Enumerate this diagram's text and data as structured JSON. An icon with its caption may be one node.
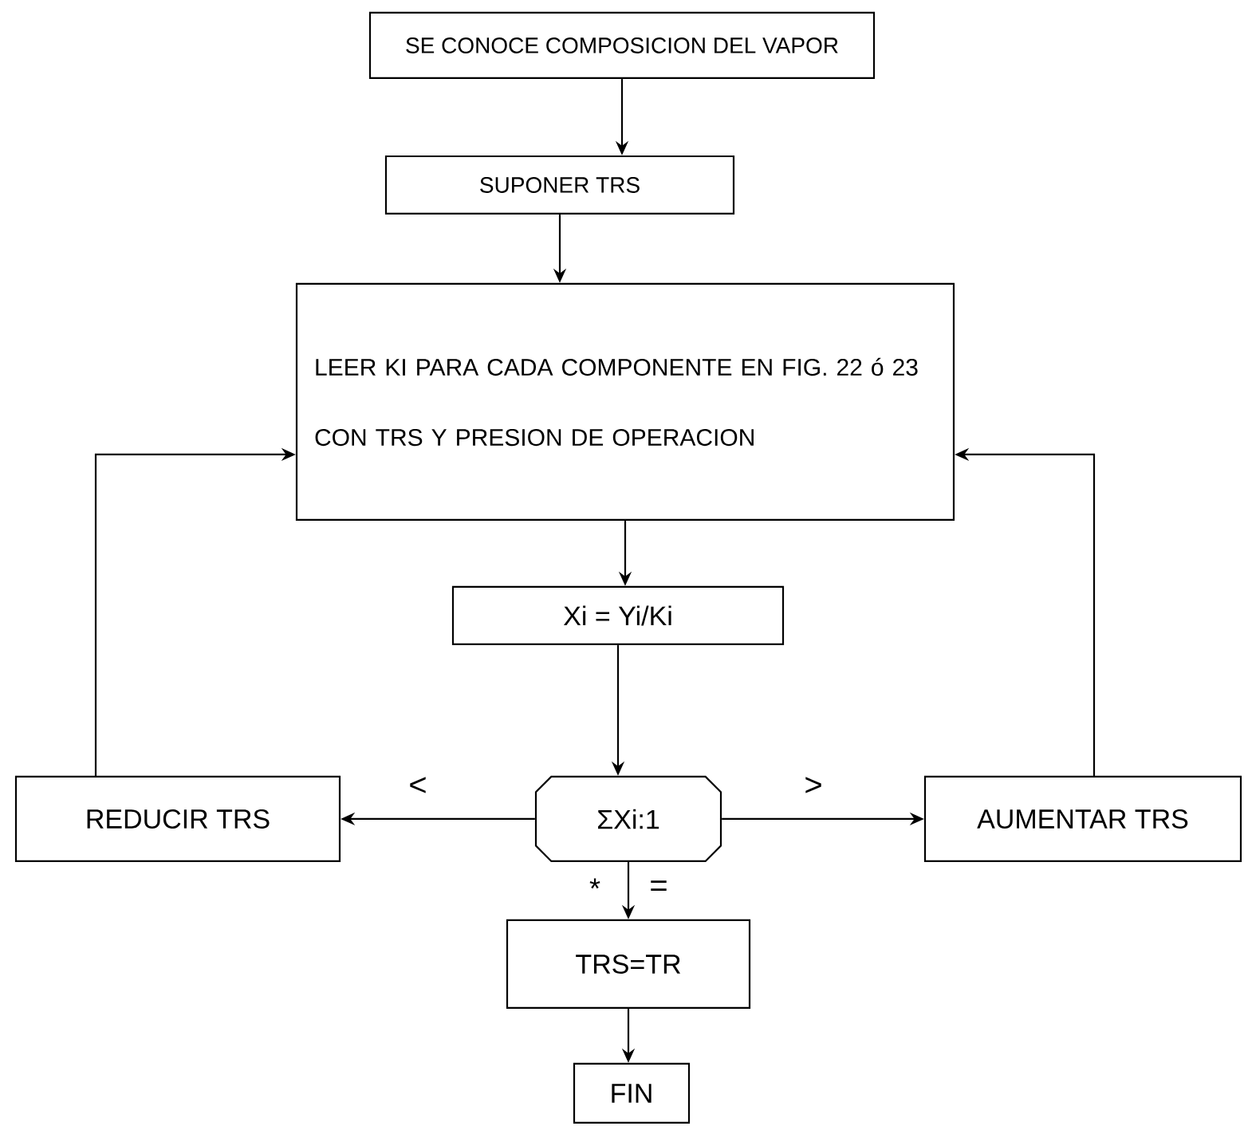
{
  "diagram": {
    "nodes": [
      {
        "text": [
          "SE CONOCE COMPOSICION DEL VAPOR"
        ]
      },
      {
        "text": [
          "SUPONER TRS"
        ]
      },
      {
        "text": [
          "LEER KI PARA CADA COMPONENTE EN FIG. 22 ó 23 CON TRS Y PRESION DE OPERACION"
        ]
      },
      {
        "text": [
          "Xi = Yi/Ki"
        ]
      },
      {
        "text": [
          "ΣXi:1"
        ]
      },
      {
        "text": [
          "REDUCIR TRS"
        ]
      },
      {
        "text": [
          "AUMENTAR TRS"
        ]
      },
      {
        "text": [
          "TRS=TR"
        ]
      },
      {
        "text": [
          "FIN"
        ]
      }
    ],
    "edges": [
      {
        "from": 0,
        "to": 1,
        "arrow": "to"
      },
      {
        "from": 1,
        "to": 2,
        "arrow": "to"
      },
      {
        "from": 2,
        "to": 3,
        "arrow": "to"
      },
      {
        "from": 3,
        "to": 4,
        "arrow": "to"
      },
      {
        "from": 4,
        "to": 5,
        "arrow": "to",
        "label": "<"
      },
      {
        "from": 4,
        "to": 6,
        "arrow": "to",
        "label": ">"
      },
      {
        "from": 5,
        "to": 2,
        "arrow": "to"
      },
      {
        "from": 6,
        "to": 2,
        "arrow": "to"
      },
      {
        "from": 4,
        "to": 7,
        "arrow": "to",
        "label": "="
      },
      {
        "from": 7,
        "to": 8,
        "arrow": "to"
      }
    ],
    "labels": [
      "*"
    ]
  }
}
